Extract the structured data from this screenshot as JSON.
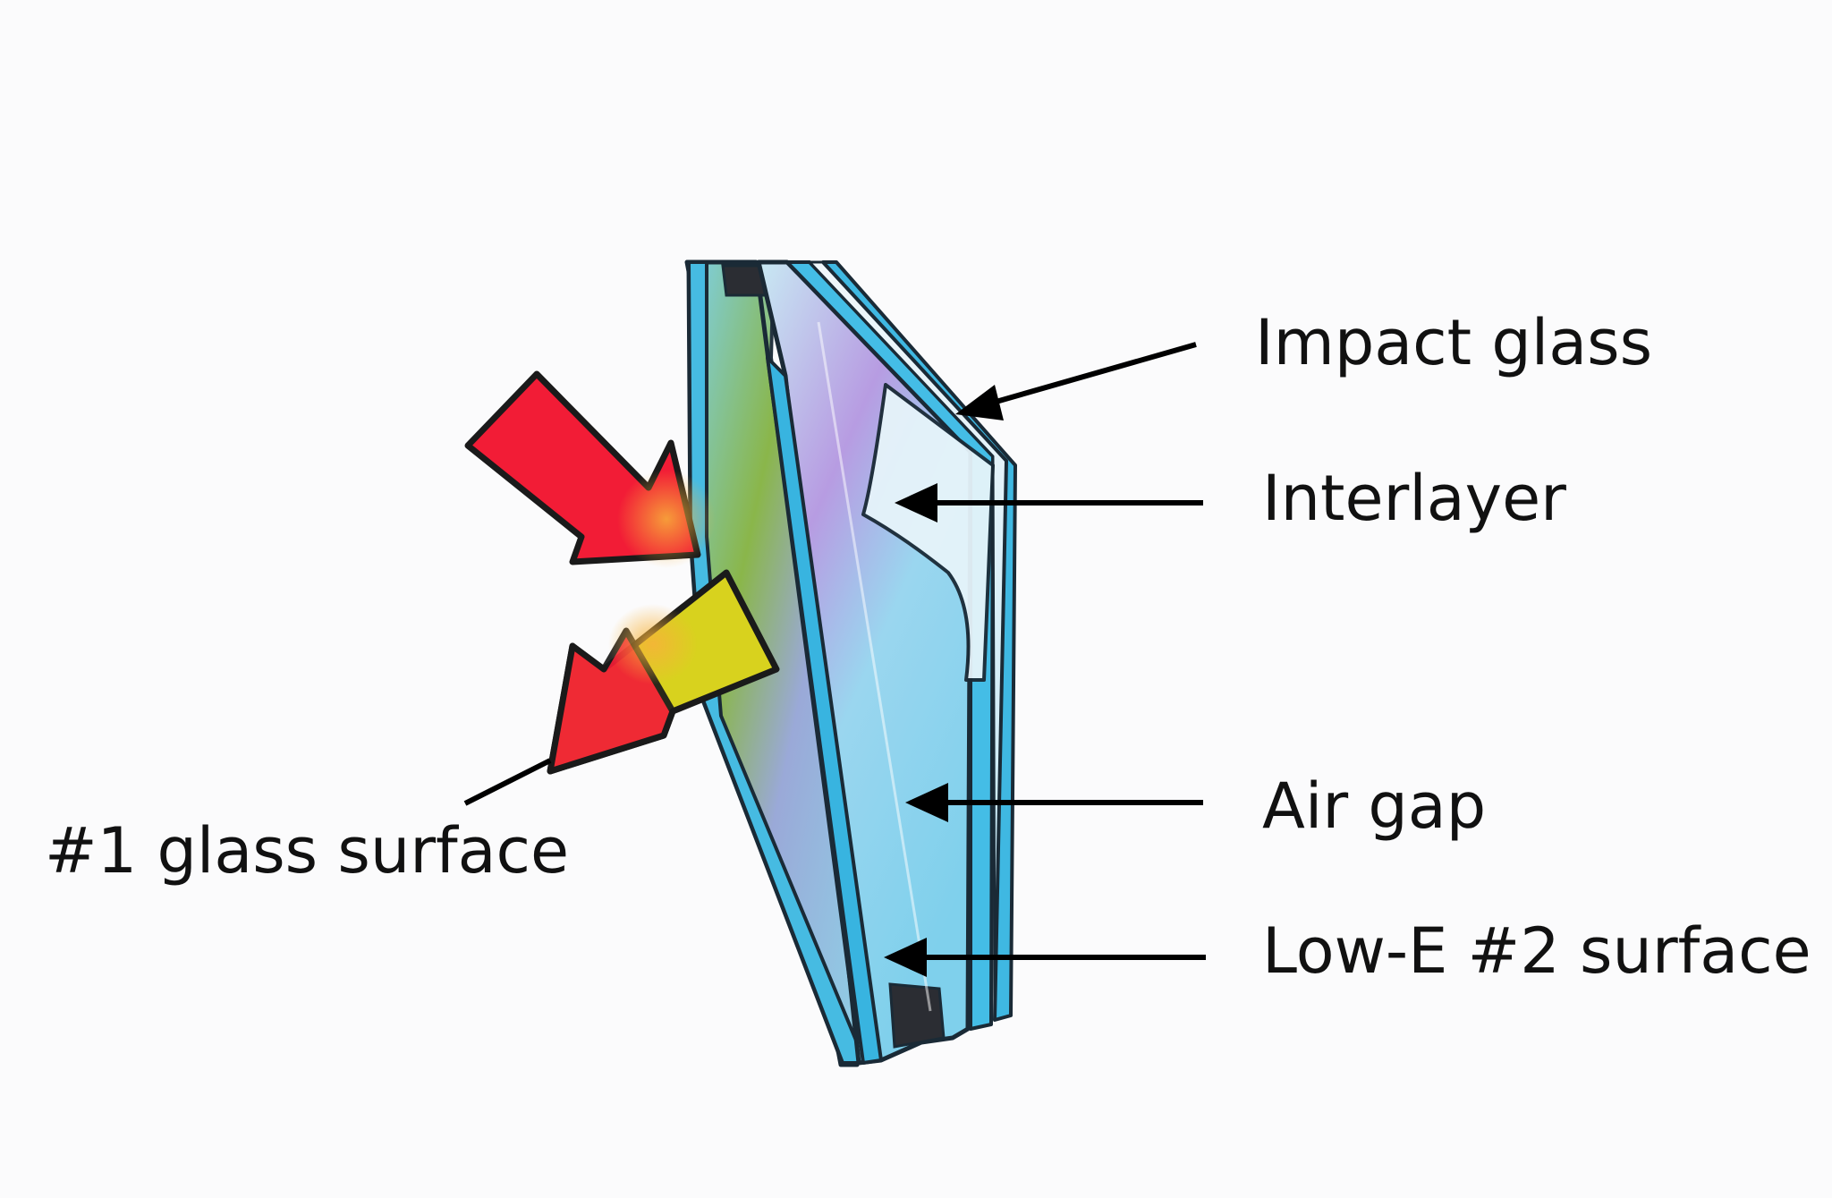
{
  "labels": {
    "impact_glass": "Impact glass",
    "interlayer": "Interlayer",
    "air_gap": "Air gap",
    "low_e_surface": "Low-E #2 surface",
    "glass_surface_1": "#1 glass surface"
  },
  "colors": {
    "glass_edge": "#3cb6e0",
    "glass_outline": "#1a2a36",
    "heat_arrow_red": "#f21c36",
    "heat_arrow_yellow": "#d8d21e",
    "spacer": "#2b2d33",
    "leader_line": "#000000"
  }
}
